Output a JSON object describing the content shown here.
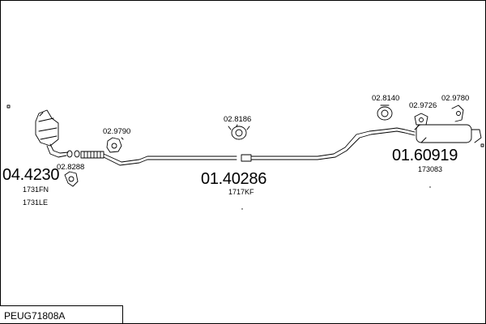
{
  "diagram": {
    "title": "PEUG71808A",
    "sections": [
      {
        "number": "04.4230",
        "refs": [
          "1731FN",
          "1731LE"
        ]
      },
      {
        "number": "01.40286",
        "refs": [
          "1717KF"
        ]
      },
      {
        "number": "01.60919",
        "refs": [
          "173083"
        ]
      }
    ],
    "parts": [
      "02.8288",
      "02.9790",
      "02.8186",
      "02.8140",
      "02.9726",
      "02.9780"
    ]
  }
}
